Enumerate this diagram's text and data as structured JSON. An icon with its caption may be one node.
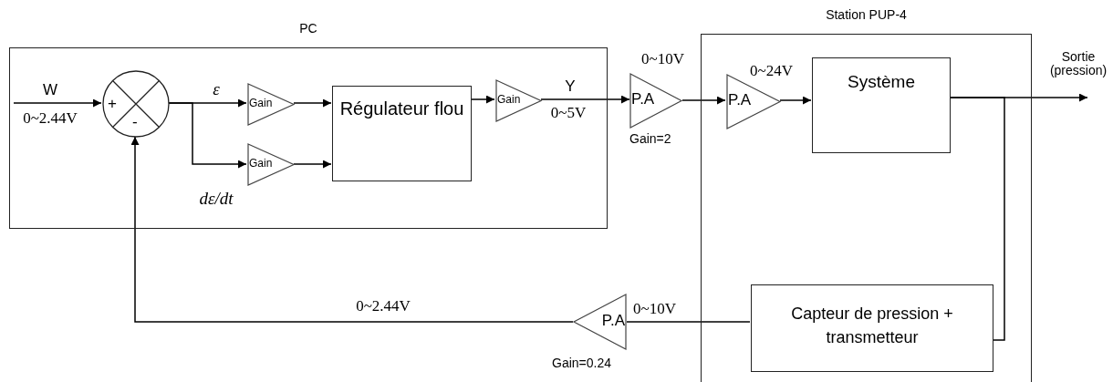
{
  "diagram": {
    "nodes": [
      {
        "text": [
          "PC"
        ]
      },
      {
        "text": [
          "Station PUP-4"
        ]
      },
      {
        "text": [
          "+",
          "-"
        ],
        "in": 0
      },
      {
        "text": [
          "Gain"
        ],
        "in": 0
      },
      {
        "text": [
          "Gain"
        ],
        "in": 0
      },
      {
        "text": [
          "Régulateur flou"
        ],
        "in": 0
      },
      {
        "text": [
          "Gain"
        ],
        "in": 0
      },
      {
        "text": [
          "P.A"
        ],
        "beside": [
          "0~10V",
          "Gain=2"
        ]
      },
      {
        "text": [
          "P.A"
        ],
        "in": 1,
        "beside": [
          "0~24V"
        ]
      },
      {
        "text": [
          "Système"
        ],
        "in": 1
      },
      {
        "text": [
          "Capteur de pression + transmetteur"
        ],
        "in": 1
      },
      {
        "text": [
          "P.A"
        ],
        "beside": [
          "0~10V",
          "Gain=0.24"
        ]
      }
    ],
    "edges": [
      {
        "from": null,
        "to": 2,
        "arrow": "to",
        "label": "W"
      },
      {
        "from": 2,
        "to": 3,
        "arrow": "to",
        "label": "ε"
      },
      {
        "from": 2,
        "to": 4,
        "arrow": "to",
        "label": "dε/dt"
      },
      {
        "from": 3,
        "to": 5,
        "arrow": "to"
      },
      {
        "from": 4,
        "to": 5,
        "arrow": "to"
      },
      {
        "from": 5,
        "to": 6,
        "arrow": "to"
      },
      {
        "from": 6,
        "to": 7,
        "arrow": "to",
        "label": "Y"
      },
      {
        "from": 7,
        "to": 8,
        "arrow": "to"
      },
      {
        "from": 8,
        "to": 9,
        "arrow": "to"
      },
      {
        "from": 9,
        "to": null,
        "arrow": "to",
        "label": "Sortie (pression)"
      },
      {
        "from": 9,
        "to": 10,
        "arrow": "none"
      },
      {
        "from": 10,
        "to": 11,
        "arrow": "none"
      },
      {
        "from": 11,
        "to": 2,
        "arrow": "to",
        "label": "0~2.44V"
      }
    ],
    "labels": [
      "0~2.44V",
      "0~5V"
    ]
  }
}
